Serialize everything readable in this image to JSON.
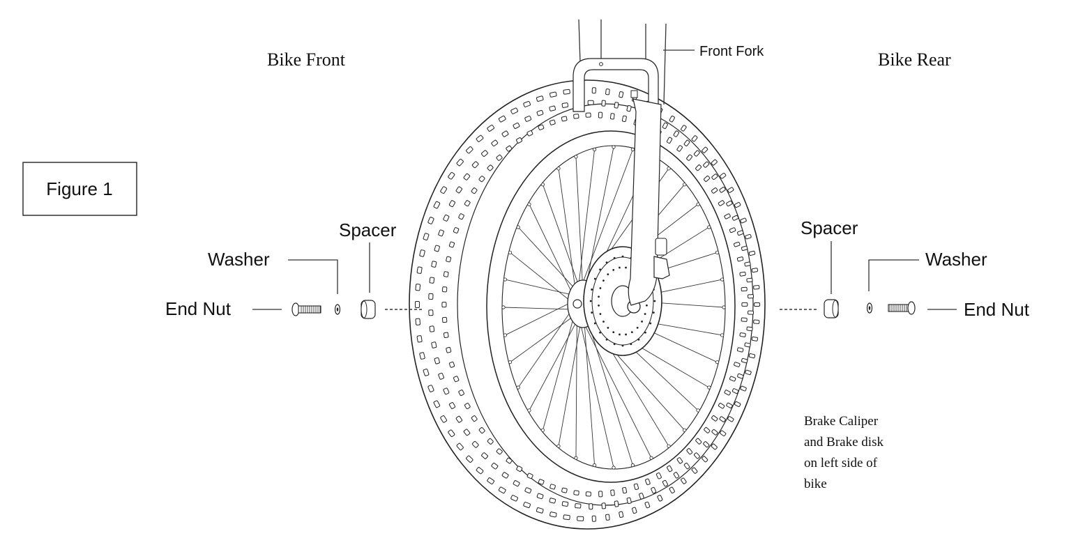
{
  "figure_label": "Figure 1",
  "labels": {
    "bike_front": "Bike Front",
    "bike_rear": "Bike Rear",
    "front_fork": "Front Fork",
    "spacer_left": "Spacer",
    "washer_left": "Washer",
    "end_nut_left": "End Nut",
    "spacer_right": "Spacer",
    "washer_right": "Washer",
    "end_nut_right": "End Nut"
  },
  "brake_note": [
    "Brake Caliper",
    "and Brake disk",
    "on left side of",
    "bike"
  ],
  "spoke_count": 36,
  "tread_rows": 3
}
